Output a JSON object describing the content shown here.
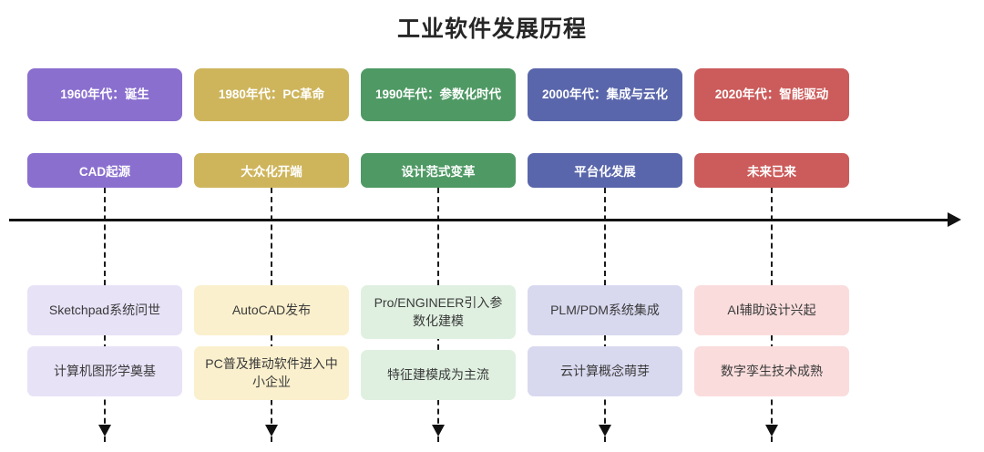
{
  "title": "工业软件发展历程",
  "timeline": {
    "axis_color": "#121212",
    "connector_style": "dashed",
    "direction": "left-to-right"
  },
  "eras": [
    {
      "header": "1960年代：诞生",
      "header_color": "#8a6fcf",
      "chip": "CAD起源",
      "chip_color": "#8a6fcf",
      "card_color": "#e8e2f7",
      "cards": [
        "Sketchpad系统问世",
        "计算机图形学奠基"
      ]
    },
    {
      "header": "1980年代：PC革命",
      "header_color": "#ceb55c",
      "chip": "大众化开端",
      "chip_color": "#ceb55c",
      "card_color": "#fbf0cd",
      "cards": [
        "AutoCAD发布",
        "PC普及推动软件进入中小企业"
      ]
    },
    {
      "header": "1990年代：参数化时代",
      "header_color": "#4f9964",
      "chip": "设计范式变革",
      "chip_color": "#4f9964",
      "card_color": "#dff0e0",
      "cards": [
        "Pro/ENGINEER引入参数化建模",
        "特征建模成为主流"
      ]
    },
    {
      "header": "2000年代：集成与云化",
      "header_color": "#5a66ab",
      "chip": "平台化发展",
      "chip_color": "#5a66ab",
      "card_color": "#d8d9ef",
      "cards": [
        "PLM/PDM系统集成",
        "云计算概念萌芽"
      ]
    },
    {
      "header": "2020年代：智能驱动",
      "header_color": "#cc5b5b",
      "chip": "未来已来",
      "chip_color": "#cc5b5b",
      "card_color": "#fadcdc",
      "cards": [
        "AI辅助设计兴起",
        "数字孪生技术成熟"
      ]
    }
  ]
}
